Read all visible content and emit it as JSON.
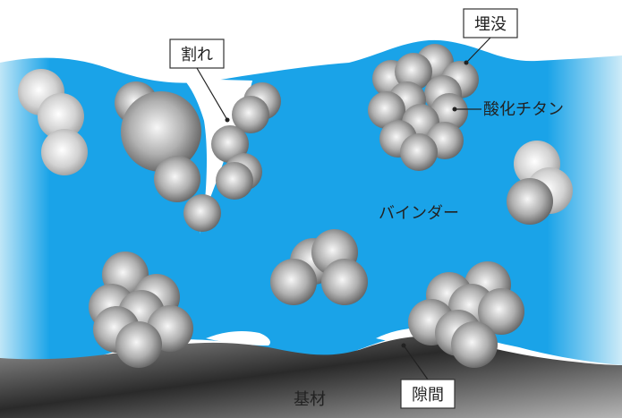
{
  "labels": {
    "crack": "割れ",
    "embedded": "埋没",
    "titanium_oxide": "酸化チタン",
    "binder": "バインダー",
    "substrate": "基材",
    "gap": "隙間"
  },
  "colors": {
    "binder": "#1aa3e8",
    "binder_edge": "#bfe6f7",
    "substrate_dark": "#2e2e2e",
    "substrate_light": "#a8a8a8",
    "particle_light": "#f4f4f4",
    "particle_dark": "#555555"
  }
}
